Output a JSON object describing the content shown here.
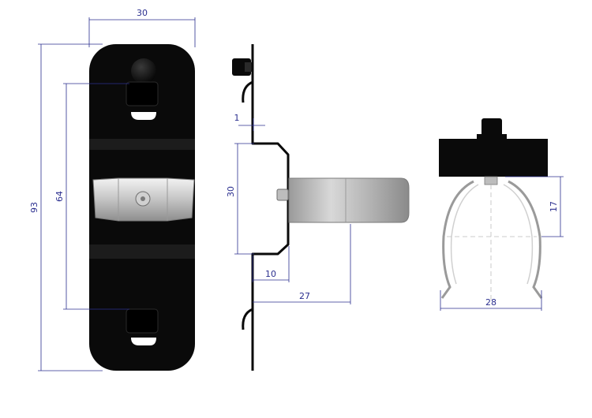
{
  "colors": {
    "dimension": "#2b2f8f",
    "part": "#0a0a0a",
    "metal_light": "#e6e6e6",
    "metal_mid": "#b8b8b8",
    "metal_dark": "#8a8a8a",
    "background": "#ffffff"
  },
  "dimensions": {
    "front_width": "30",
    "front_height": "93",
    "front_slot_spacing": "64",
    "side_thickness": "1",
    "side_offset_height": "30",
    "side_offset_depth": "10",
    "side_total_depth": "27",
    "top_height": "17",
    "top_width": "28"
  }
}
